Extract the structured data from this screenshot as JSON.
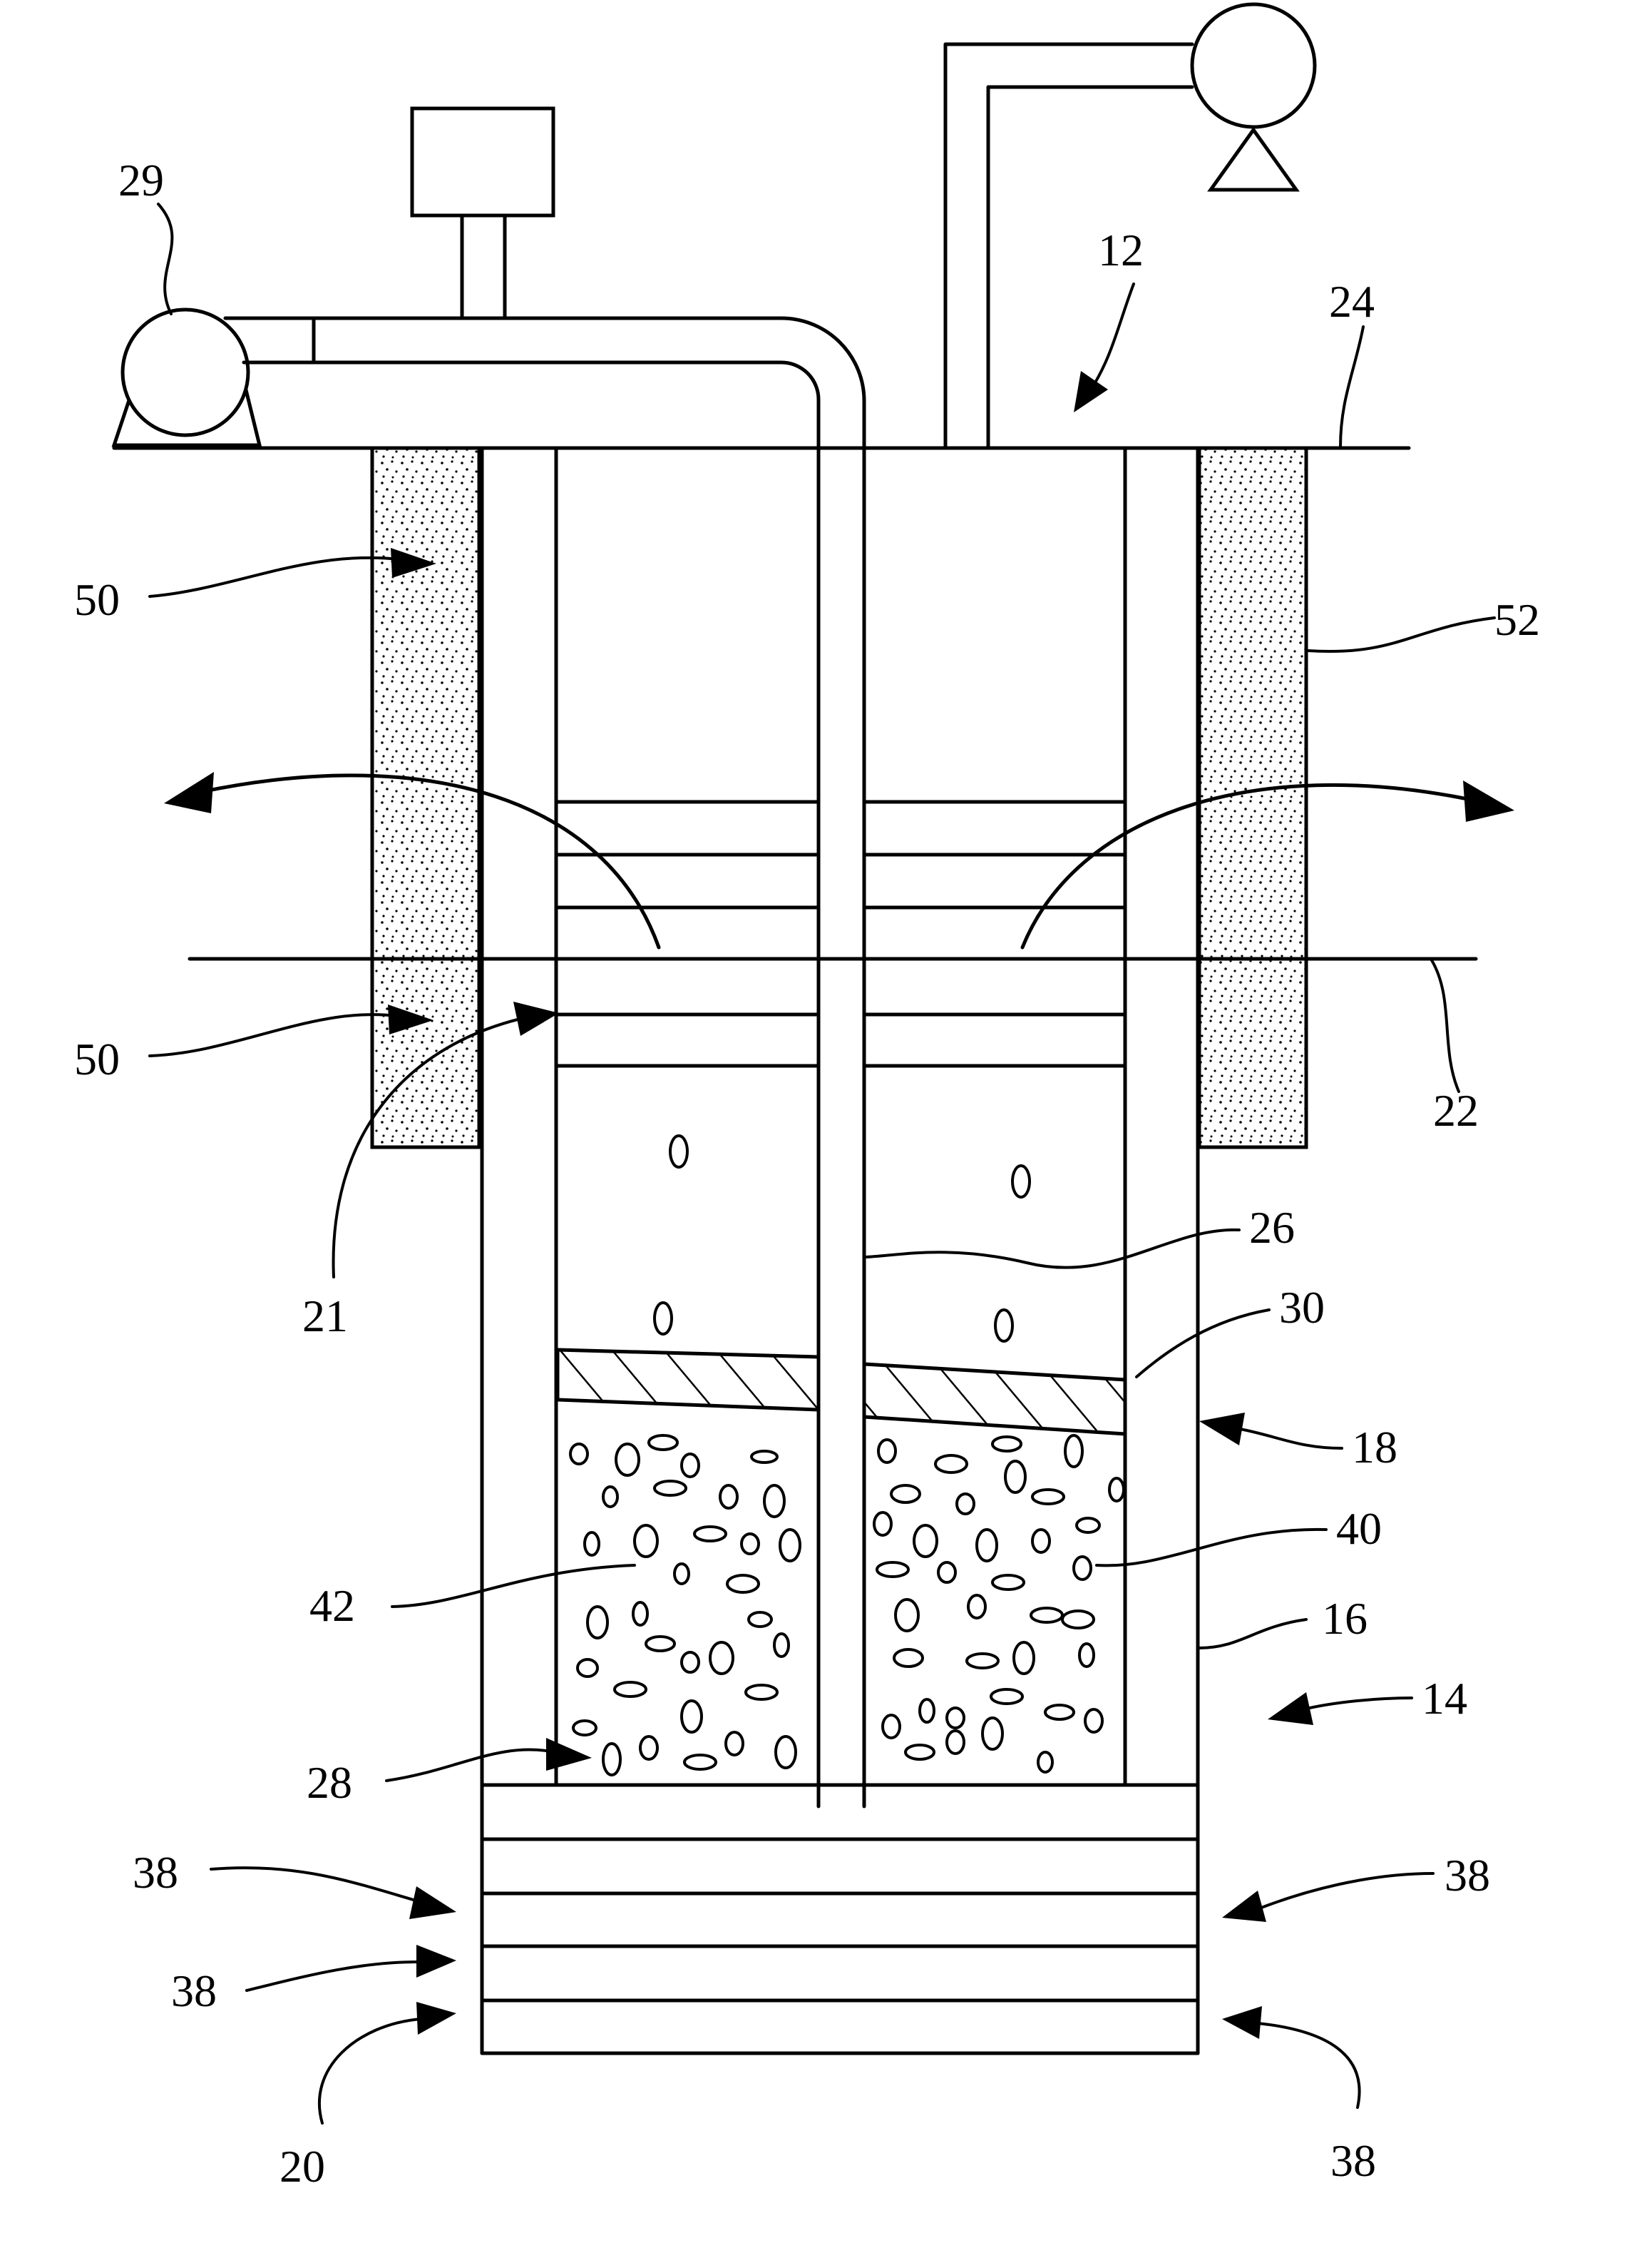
{
  "figure": {
    "labels": {
      "pump": "29",
      "system": "12",
      "ground_surface": "24",
      "vadose_layer_upper": "50",
      "vadose_layer_lower": "50",
      "casing_outer": "52",
      "water_table": "22",
      "water_level": "21",
      "air_line": "26",
      "seal": "30",
      "inner_well": "18",
      "bubbles": "40",
      "packing": "42",
      "casing": "16",
      "well": "14",
      "inlet": "28",
      "screen_left_upper": "38",
      "screen_right_upper": "38",
      "screen_left_middle": "38",
      "screen_left_bottom": "20",
      "screen_right_bottom": "38"
    }
  }
}
